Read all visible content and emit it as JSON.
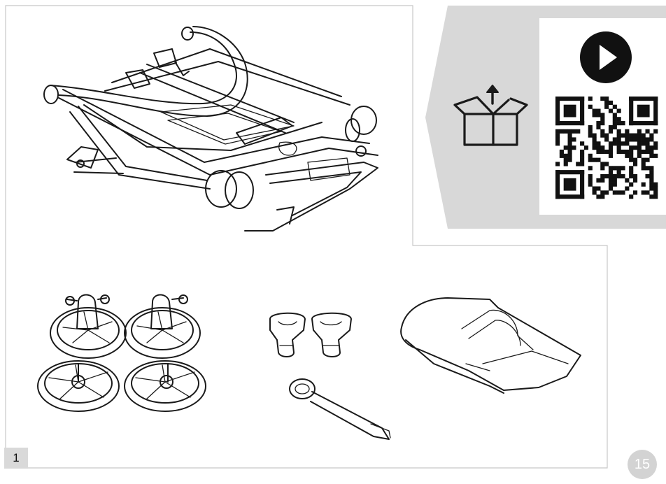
{
  "step": {
    "number": "1"
  },
  "page": {
    "number": "15"
  },
  "icons": {
    "unbox": "unbox-arrow-up-icon",
    "video": "play-video-icon",
    "qr": "qr-code"
  },
  "colors": {
    "frame_border": "#c8c8c8",
    "side_panel": "#d8d8d8",
    "ink": "#1a1a1a",
    "badge": "#d3d3d3"
  }
}
